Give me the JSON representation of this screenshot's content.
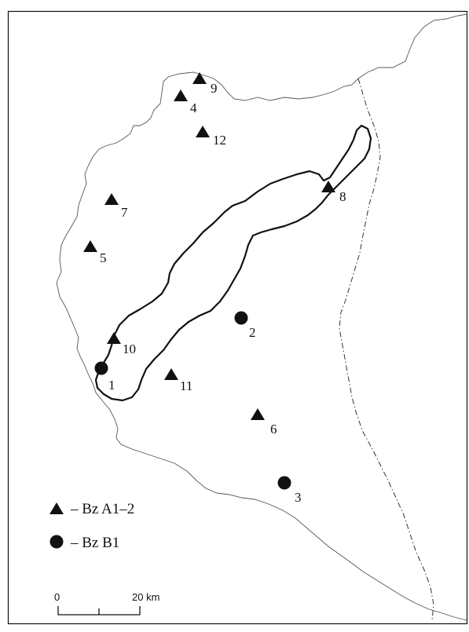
{
  "map": {
    "sites": [
      {
        "label": "9",
        "symbol": "triangle"
      },
      {
        "label": "4",
        "symbol": "triangle"
      },
      {
        "label": "12",
        "symbol": "triangle"
      },
      {
        "label": "8",
        "symbol": "triangle"
      },
      {
        "label": "7",
        "symbol": "triangle"
      },
      {
        "label": "5",
        "symbol": "triangle"
      },
      {
        "label": "10",
        "symbol": "triangle"
      },
      {
        "label": "1",
        "symbol": "circle"
      },
      {
        "label": "11",
        "symbol": "triangle"
      },
      {
        "label": "2",
        "symbol": "circle"
      },
      {
        "label": "6",
        "symbol": "triangle"
      },
      {
        "label": "3",
        "symbol": "circle"
      }
    ],
    "legend": {
      "triangle_label": "– Bz A1–2",
      "circle_label": "– Bz B1"
    },
    "scale": {
      "start_label": "0",
      "end_label": "20 km"
    },
    "colors": {
      "ink": "#111111",
      "border": "#555555",
      "background": "#ffffff"
    }
  }
}
